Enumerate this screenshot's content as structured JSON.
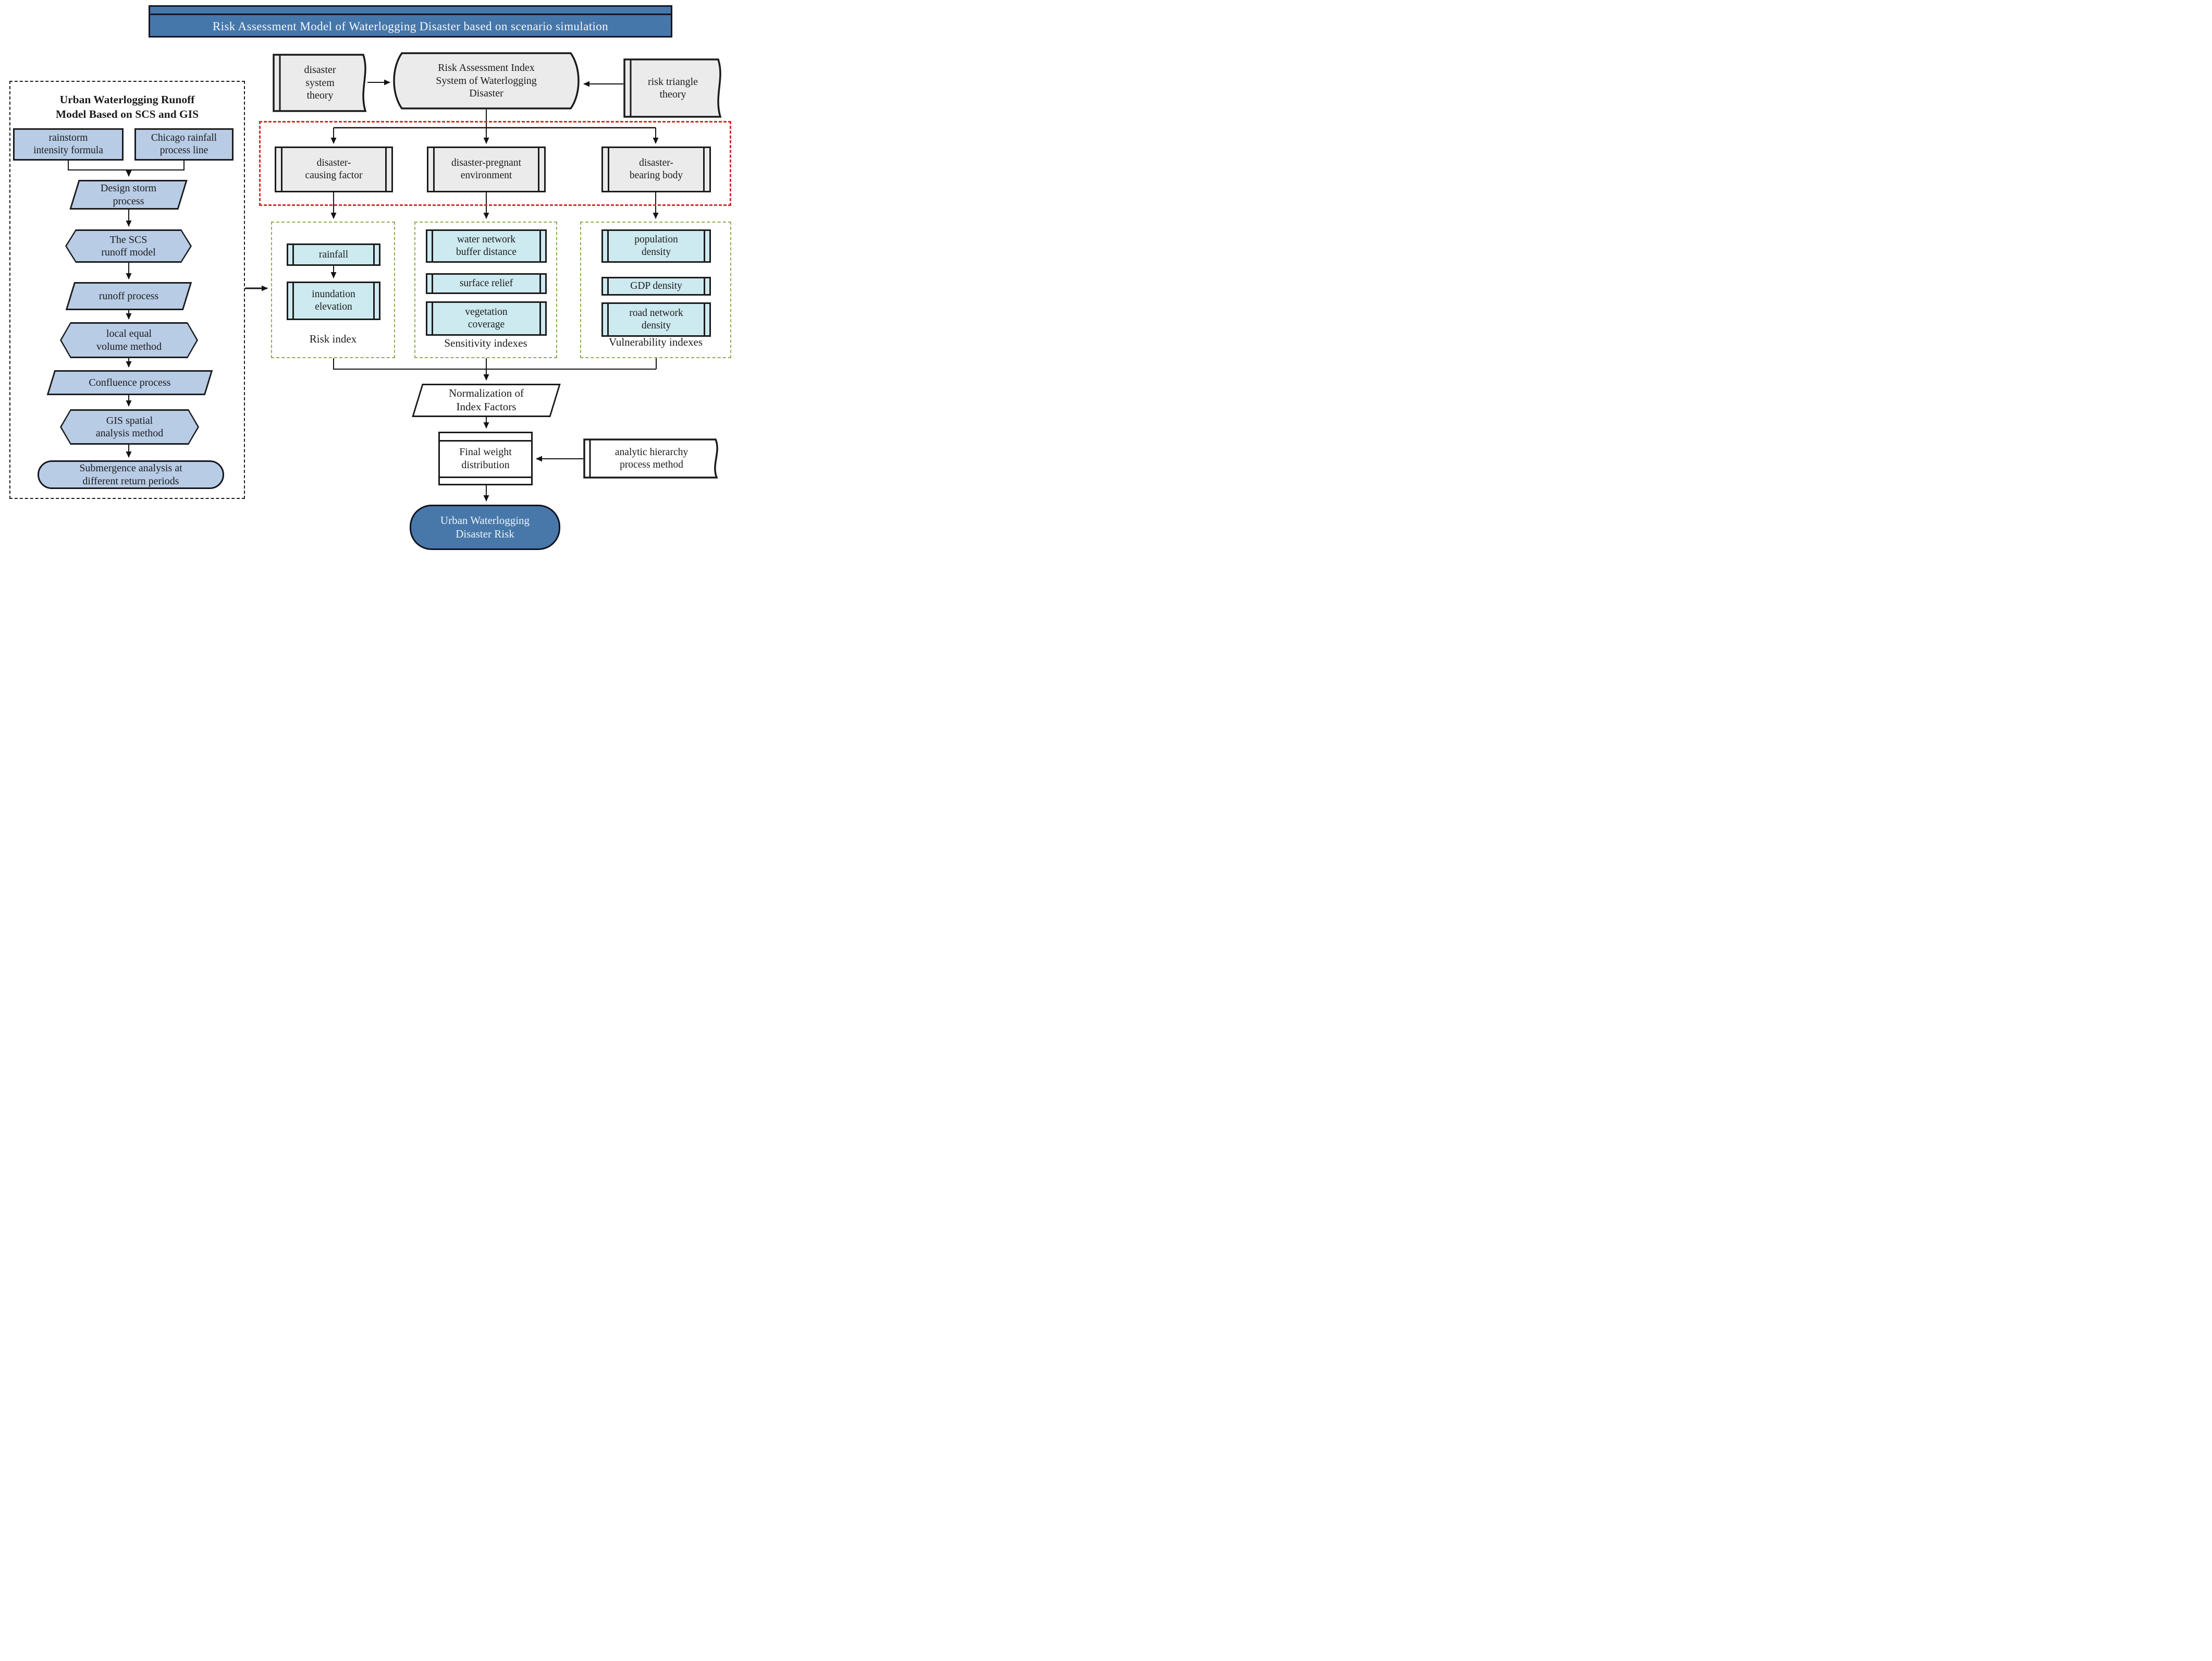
{
  "banner": {
    "text": "Risk Assessment Model of Waterlogging Disaster based on scenario simulation"
  },
  "colors": {
    "banner_blue": "#4677ab",
    "node_blue": "#b8cce6",
    "node_gray": "#ebebeb",
    "node_cyan": "#cdeaf0",
    "result_blue": "#4878aa",
    "red_dash": "#cf2e2e",
    "green_dash": "#8fad52",
    "ink": "#1b1b1b"
  },
  "theory_row": {
    "disaster_system": [
      "disaster",
      "system",
      "theory"
    ],
    "index_system": [
      "Risk Assessment Index",
      "System of Waterlogging",
      "Disaster"
    ],
    "risk_triangle": [
      "risk triangle",
      "theory"
    ]
  },
  "factor_row": {
    "causing": [
      "disaster-",
      "causing factor"
    ],
    "pregnant": [
      "disaster-pregnant",
      "environment"
    ],
    "bearing": [
      "disaster-",
      "bearing body"
    ]
  },
  "index_groups": {
    "risk": {
      "label": "Risk index",
      "rainfall": [
        "rainfall"
      ],
      "inundation": [
        "inundation",
        "elevation"
      ]
    },
    "sensitivity": {
      "label": "Sensitivity indexes",
      "water_network": [
        "water network",
        "buffer distance"
      ],
      "surface_relief": [
        "surface relief"
      ],
      "vegetation": [
        "vegetation",
        "coverage"
      ]
    },
    "vulnerability": {
      "label": "Vulnerability indexes",
      "population": [
        "population",
        "density"
      ],
      "gdp": [
        "GDP density"
      ],
      "road_network": [
        "road network",
        "density"
      ]
    }
  },
  "runoff_panel": {
    "title": [
      "Urban Waterlogging Runoff",
      "Model Based on SCS and GIS"
    ],
    "rainstorm": [
      "rainstorm",
      "intensity formula"
    ],
    "chicago": [
      "Chicago rainfall",
      "process line"
    ],
    "design_storm": [
      "Design storm",
      "process"
    ],
    "scs_model": [
      "The SCS",
      "runoff model"
    ],
    "runoff_process": [
      "runoff process"
    ],
    "local_equal": [
      "local equal",
      "volume method"
    ],
    "confluence": [
      "Confluence process"
    ],
    "gis_spatial": [
      "GIS spatial",
      "analysis method"
    ],
    "submergence": [
      "Submergence analysis at",
      "different return periods"
    ]
  },
  "bottom_flow": {
    "normalization": [
      "Normalization of",
      "Index Factors"
    ],
    "final_weight": [
      "Final weight",
      "distribution"
    ],
    "ahp": [
      "analytic hierarchy",
      "process method"
    ],
    "result": [
      "Urban Waterlogging",
      "Disaster Risk"
    ]
  }
}
